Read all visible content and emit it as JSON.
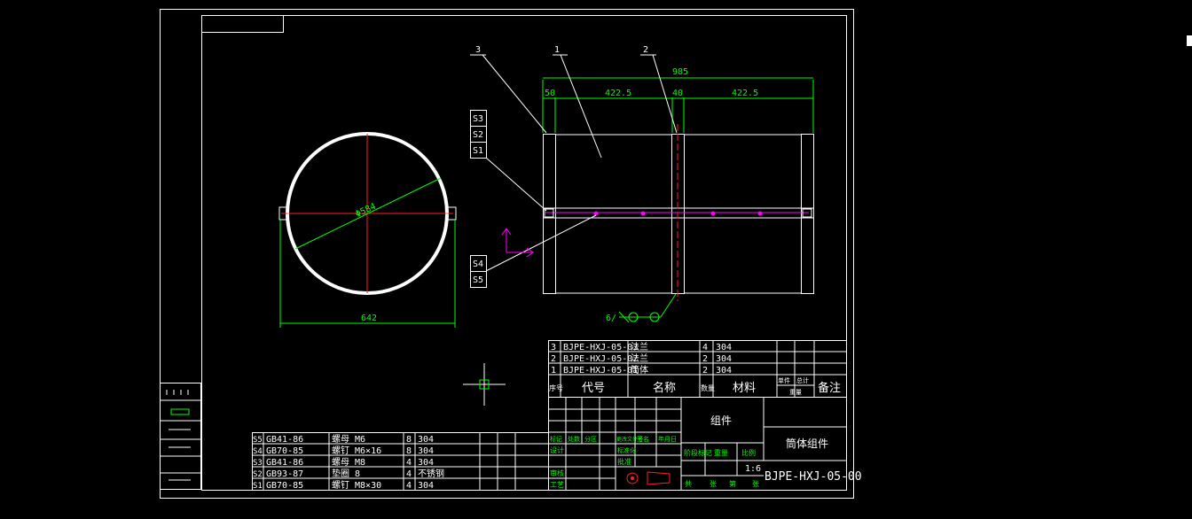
{
  "front_view": {
    "diameter_label": "Φ584",
    "width_label": "642"
  },
  "side_view": {
    "overall_dim": "985",
    "dims": [
      "50",
      "422.5",
      "40",
      "422.5"
    ],
    "part_labels": [
      "1",
      "2",
      "3"
    ],
    "fastener_labels": [
      "S3",
      "S2",
      "S1",
      "S4",
      "S5"
    ],
    "weld_label": "6/"
  },
  "parts_list": {
    "rows": [
      {
        "no": "3",
        "code": "BJPE-HXJ-05-03",
        "name": "法兰",
        "qty": "4",
        "material": "304"
      },
      {
        "no": "2",
        "code": "BJPE-HXJ-05-02",
        "name": "法兰",
        "qty": "2",
        "material": "304"
      },
      {
        "no": "1",
        "code": "BJPE-HXJ-05-01",
        "name": "筒体",
        "qty": "2",
        "material": "304"
      }
    ],
    "headers": {
      "no": "序号",
      "code": "代号",
      "name": "名称",
      "qty": "数量",
      "material": "材料",
      "unit_weight": "单件",
      "total_weight": "总计",
      "weight": "重量",
      "remarks": "备注"
    }
  },
  "fasteners": [
    {
      "id": "S5",
      "std": "GB41-86",
      "name": "螺母 M6",
      "qty": "8",
      "material": "304"
    },
    {
      "id": "S4",
      "std": "GB70-85",
      "name": "螺钉 M6×16",
      "qty": "8",
      "material": "304"
    },
    {
      "id": "S3",
      "std": "GB41-86",
      "name": "螺母 M8",
      "qty": "4",
      "material": "304"
    },
    {
      "id": "S2",
      "std": "GB93-87",
      "name": "垫圈 8",
      "qty": "4",
      "material": "不锈钢"
    },
    {
      "id": "S1",
      "std": "GB70-85",
      "name": "螺钉 M8×30",
      "qty": "4",
      "material": "304"
    }
  ],
  "title_block": {
    "type_label": "组件",
    "part_name": "筒体组件",
    "drawing_no": "BJPE-HXJ-05-00",
    "scale": "1:6",
    "rev_headers": [
      "标记",
      "处数",
      "分区",
      "更改文件号",
      "签名",
      "年月日"
    ],
    "roles": [
      "设计",
      "标准化",
      "审核",
      "工艺",
      "批准"
    ],
    "stage_headers": [
      "阶段标记",
      "重量",
      "比例"
    ],
    "sheets_label": [
      "共",
      "张",
      "第",
      "张"
    ]
  },
  "colors": {
    "background": "#000000",
    "line": "#ffffff",
    "dimension": "#00ff00",
    "centerline": "#ff2020",
    "point": "#ff00ff"
  }
}
